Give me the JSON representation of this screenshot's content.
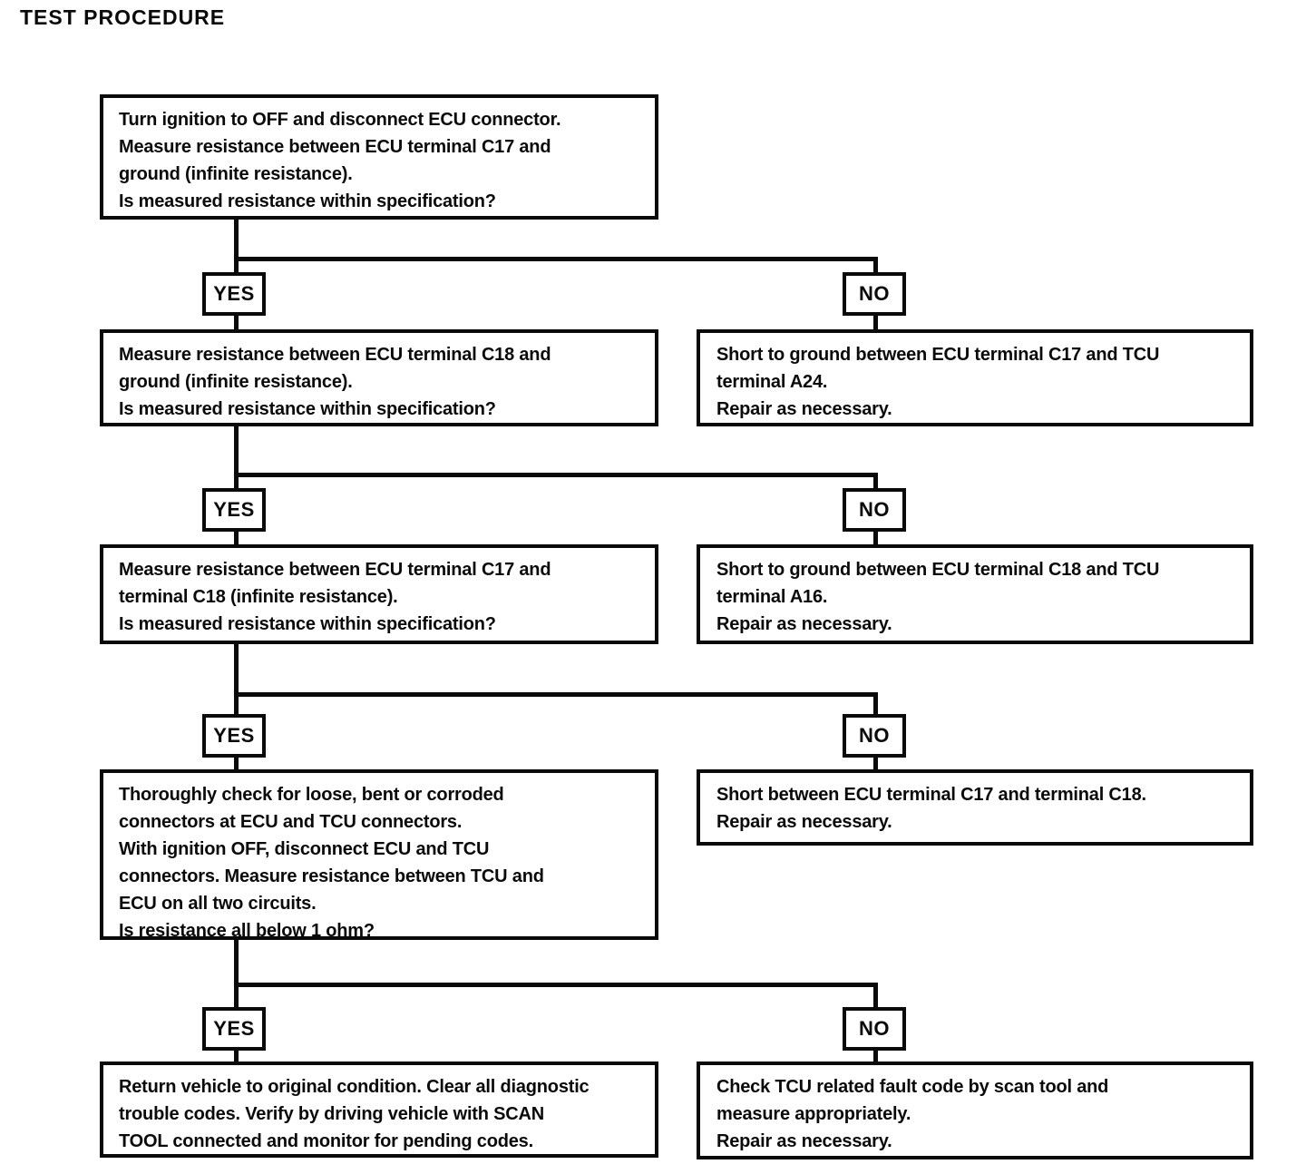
{
  "title": "TEST PROCEDURE",
  "branch_labels": {
    "yes": "YES",
    "no": "NO"
  },
  "colors": {
    "ink": "#0a0a0a",
    "paper": "#ffffff"
  },
  "flow": {
    "step1": {
      "lines": [
        "Turn ignition to OFF and disconnect ECU connector.",
        "Measure resistance between ECU terminal C17 and",
        "ground (infinite resistance).",
        "Is measured resistance within specification?"
      ]
    },
    "step2": {
      "lines": [
        "Measure resistance between ECU terminal C18 and",
        "ground (infinite resistance).",
        "Is measured resistance within specification?"
      ]
    },
    "step3": {
      "lines": [
        "Measure resistance between ECU terminal C17 and",
        "terminal C18 (infinite resistance).",
        "Is measured resistance within specification?"
      ]
    },
    "step4": {
      "lines": [
        "Thoroughly check for loose, bent or corroded",
        "connectors at ECU and TCU connectors.",
        "With ignition OFF, disconnect ECU and TCU",
        "connectors. Measure resistance between TCU and",
        "ECU on all two circuits.",
        "Is resistance all below 1 ohm?"
      ]
    },
    "step5": {
      "lines": [
        "Return vehicle to original condition. Clear all diagnostic",
        "trouble codes. Verify by driving vehicle with SCAN",
        "TOOL connected and monitor for pending codes."
      ]
    },
    "no1": {
      "lines": [
        "Short to ground between ECU terminal C17 and TCU",
        "terminal A24.",
        "Repair as necessary."
      ]
    },
    "no2": {
      "lines": [
        "Short to ground between ECU terminal C18 and TCU",
        "terminal A16.",
        "Repair as necessary."
      ]
    },
    "no3": {
      "lines": [
        "Short between ECU terminal C17 and terminal C18.",
        "Repair as necessary."
      ]
    },
    "no4": {
      "lines": [
        "Check TCU related fault code by scan tool and",
        "measure appropriately.",
        "Repair as necessary."
      ]
    }
  }
}
